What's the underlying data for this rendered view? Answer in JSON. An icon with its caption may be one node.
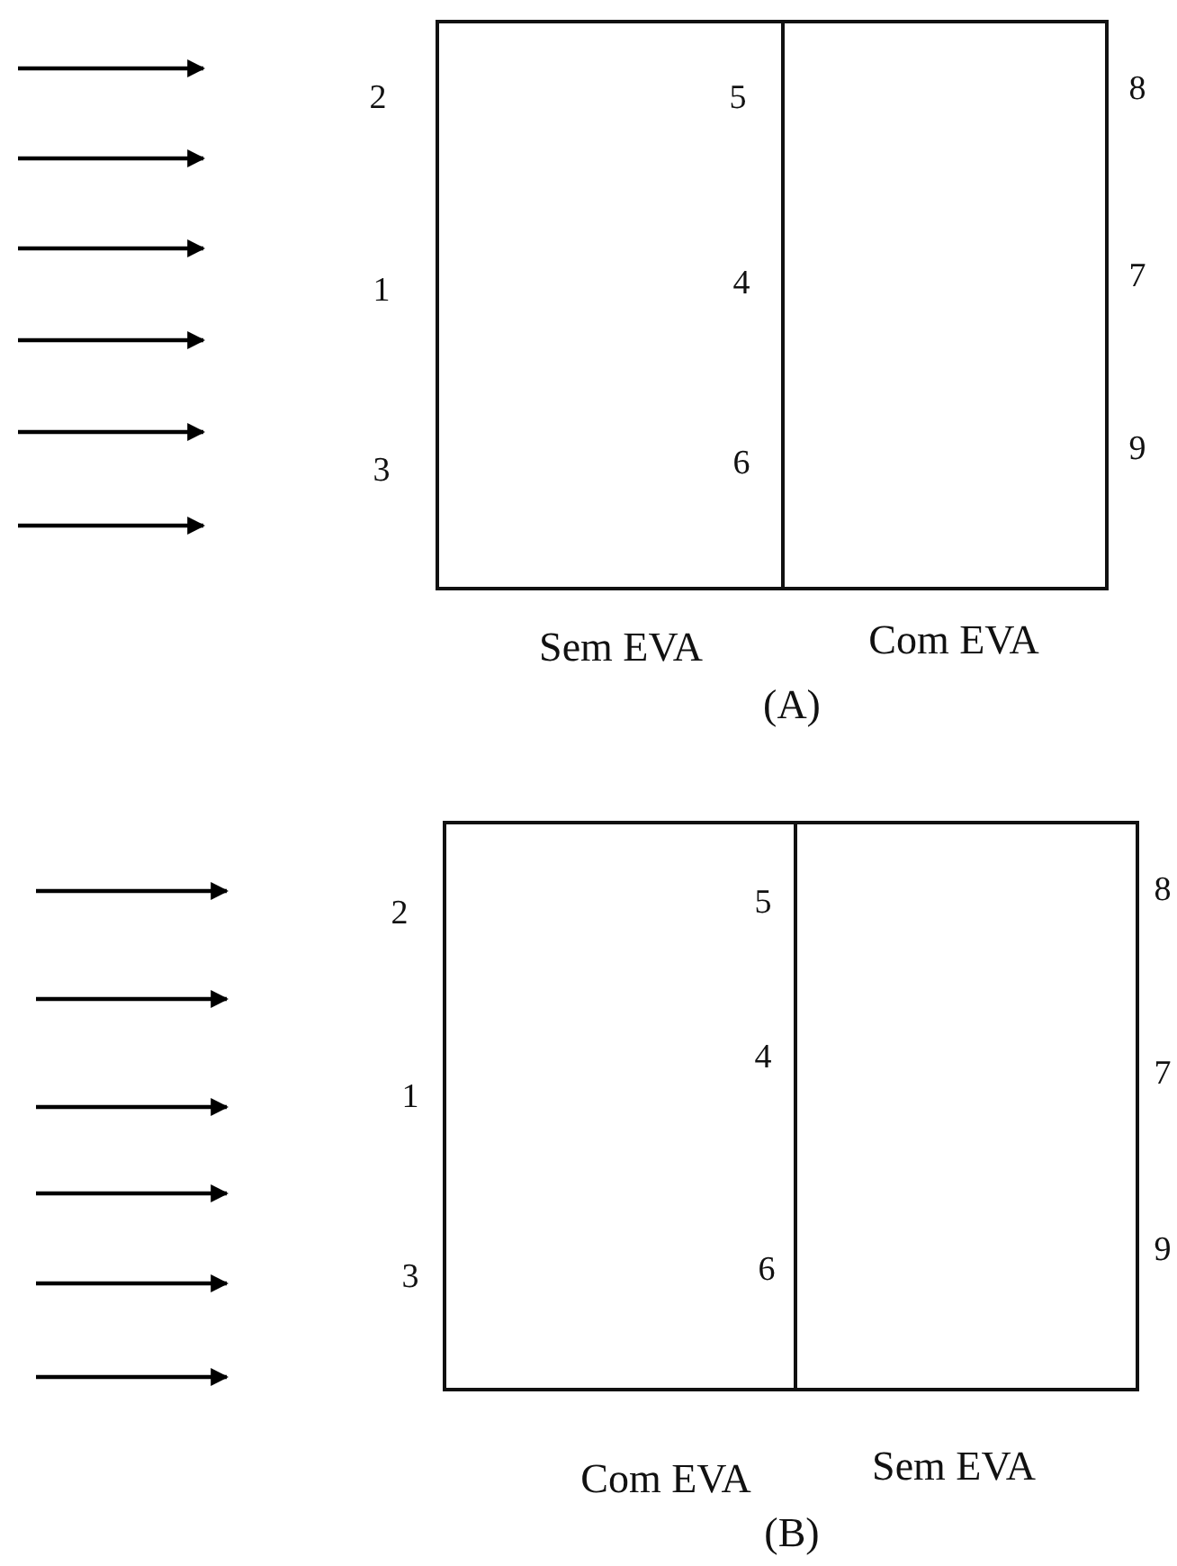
{
  "diagram": {
    "labels": [
      "2",
      "5",
      "8",
      "1",
      "4",
      "7",
      "3",
      "6",
      "9",
      "Sem EVA",
      "Com EVA",
      "(A)",
      "2",
      "5",
      "8",
      "1",
      "4",
      "7",
      "3",
      "6",
      "9",
      "Com EVA",
      "Sem EVA",
      "(B)"
    ]
  }
}
